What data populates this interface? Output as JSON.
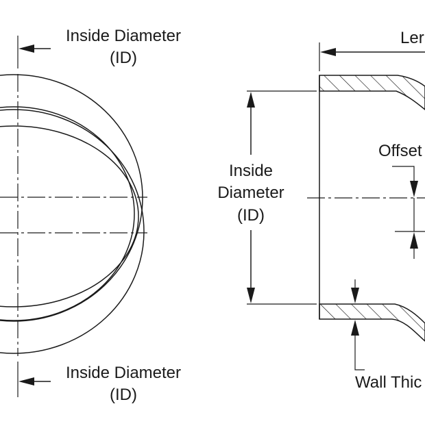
{
  "labels": {
    "top_id_line1": "Inside Diameter",
    "top_id_line2": "(ID)",
    "bottom_id_line1": "Inside Diameter",
    "bottom_id_line2": "(ID)",
    "side_id_line1": "Inside",
    "side_id_line2": "Diameter",
    "side_id_line3": "(ID)",
    "length": "Ler",
    "offset": "Offset",
    "wall_thickness": "Wall Thic"
  },
  "colors": {
    "ink": "#1a1a1a",
    "background": "#ffffff"
  }
}
